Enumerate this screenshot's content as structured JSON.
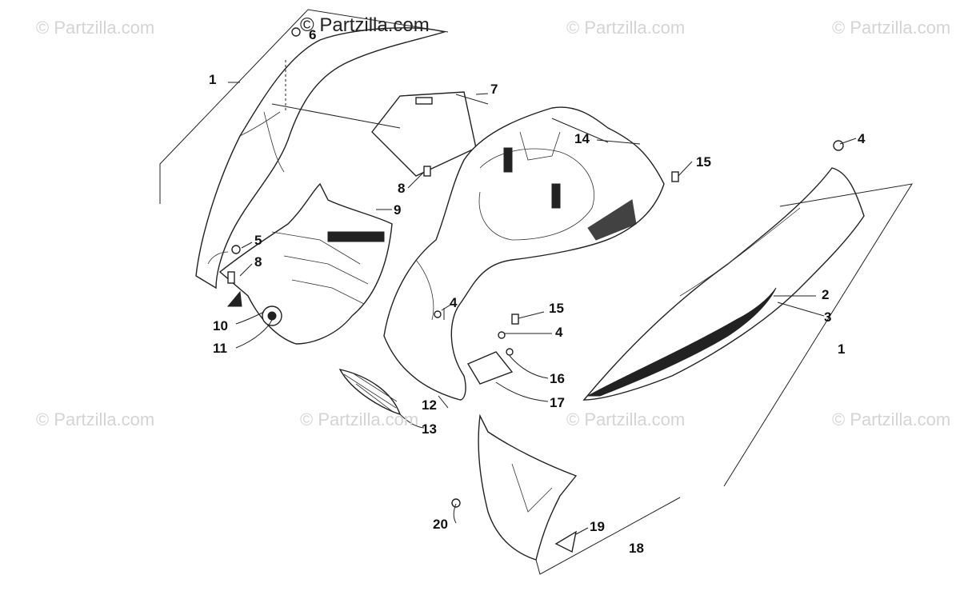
{
  "watermarks": {
    "text": "© Partzilla.com"
  },
  "callouts": {
    "c1a": "1",
    "c6": "6",
    "c7": "7",
    "c14": "14",
    "c15a": "15",
    "c4a": "4",
    "c8a": "8",
    "c9": "9",
    "c5": "5",
    "c8b": "8",
    "c10": "10",
    "c11": "11",
    "c4b": "4",
    "c15b": "15",
    "c4c": "4",
    "c2": "2",
    "c3": "3",
    "c1b": "1",
    "c16": "16",
    "c17": "17",
    "c12": "12",
    "c13": "13",
    "c20": "20",
    "c19": "19",
    "c18": "18"
  },
  "colors": {
    "line": "#222222",
    "watermark": "#d4d4d4"
  }
}
